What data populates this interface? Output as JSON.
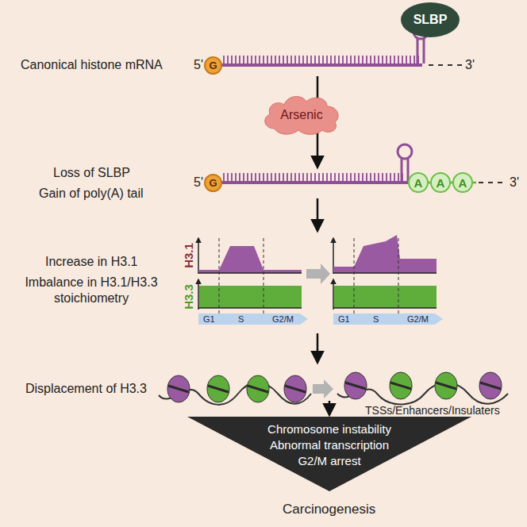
{
  "diagram": {
    "nodes": [
      {
        "text": [
          "SLBP"
        ]
      },
      {
        "text": [
          "G"
        ]
      },
      {
        "text": [
          "Arsenic"
        ]
      },
      {
        "text": [
          "G"
        ]
      },
      {
        "text": [
          "A"
        ]
      },
      {
        "text": [
          "A"
        ]
      },
      {
        "text": [
          "A"
        ]
      },
      {
        "text": [
          "Chromosome  instability",
          "Abnormal transcription",
          "G2/M arrest"
        ]
      }
    ],
    "labels": [
      "Canonical histone mRNA",
      "5'",
      "3'",
      "Loss of SLBP",
      "Gain of poly(A) tail",
      "5'",
      "3'",
      "Increase in H3.1",
      "Imbalance in H3.1/H3.3 stoichiometry",
      "H3.1",
      "H3.3",
      "G1",
      "S",
      "G2/M",
      "G1",
      "S",
      "G2/M",
      "Displacement of H3.3",
      "TSSs/Enhancers/Insulaters",
      "Carcinogenesis"
    ]
  }
}
